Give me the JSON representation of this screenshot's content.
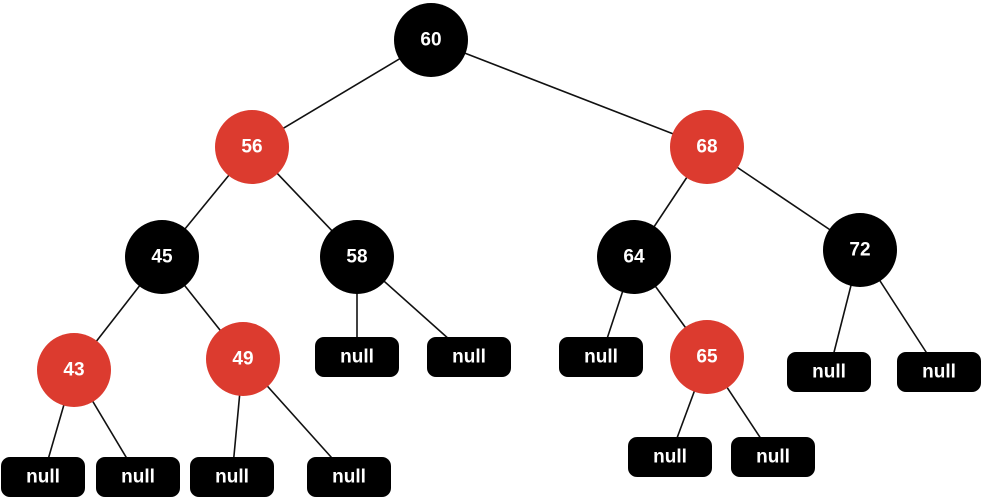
{
  "colors": {
    "red": "#dc3b2f",
    "black": "#000000",
    "text": "#ffffff",
    "edge": "#111111"
  },
  "tree": {
    "nodes": [
      {
        "id": "n60",
        "label": "60",
        "color": "black"
      },
      {
        "id": "n56",
        "label": "56",
        "color": "red"
      },
      {
        "id": "n68",
        "label": "68",
        "color": "red"
      },
      {
        "id": "n45",
        "label": "45",
        "color": "black"
      },
      {
        "id": "n58",
        "label": "58",
        "color": "black"
      },
      {
        "id": "n64",
        "label": "64",
        "color": "black"
      },
      {
        "id": "n72",
        "label": "72",
        "color": "black"
      },
      {
        "id": "n43",
        "label": "43",
        "color": "red"
      },
      {
        "id": "n49",
        "label": "49",
        "color": "red"
      },
      {
        "id": "n65",
        "label": "65",
        "color": "red"
      }
    ],
    "leaves": [
      {
        "id": "l58a",
        "label": "null"
      },
      {
        "id": "l58b",
        "label": "null"
      },
      {
        "id": "l64a",
        "label": "null"
      },
      {
        "id": "l72a",
        "label": "null"
      },
      {
        "id": "l72b",
        "label": "null"
      },
      {
        "id": "l43a",
        "label": "null"
      },
      {
        "id": "l43b",
        "label": "null"
      },
      {
        "id": "l49a",
        "label": "null"
      },
      {
        "id": "l49b",
        "label": "null"
      },
      {
        "id": "l65a",
        "label": "null"
      },
      {
        "id": "l65b",
        "label": "null"
      }
    ],
    "edges": [
      [
        "n60",
        "n56"
      ],
      [
        "n60",
        "n68"
      ],
      [
        "n56",
        "n45"
      ],
      [
        "n56",
        "n58"
      ],
      [
        "n68",
        "n64"
      ],
      [
        "n68",
        "n72"
      ],
      [
        "n45",
        "n43"
      ],
      [
        "n45",
        "n49"
      ],
      [
        "n58",
        "l58a"
      ],
      [
        "n58",
        "l58b"
      ],
      [
        "n64",
        "l64a"
      ],
      [
        "n64",
        "n65"
      ],
      [
        "n72",
        "l72a"
      ],
      [
        "n72",
        "l72b"
      ],
      [
        "n43",
        "l43a"
      ],
      [
        "n43",
        "l43b"
      ],
      [
        "n49",
        "l49a"
      ],
      [
        "n49",
        "l49b"
      ],
      [
        "n65",
        "l65a"
      ],
      [
        "n65",
        "l65b"
      ]
    ]
  }
}
